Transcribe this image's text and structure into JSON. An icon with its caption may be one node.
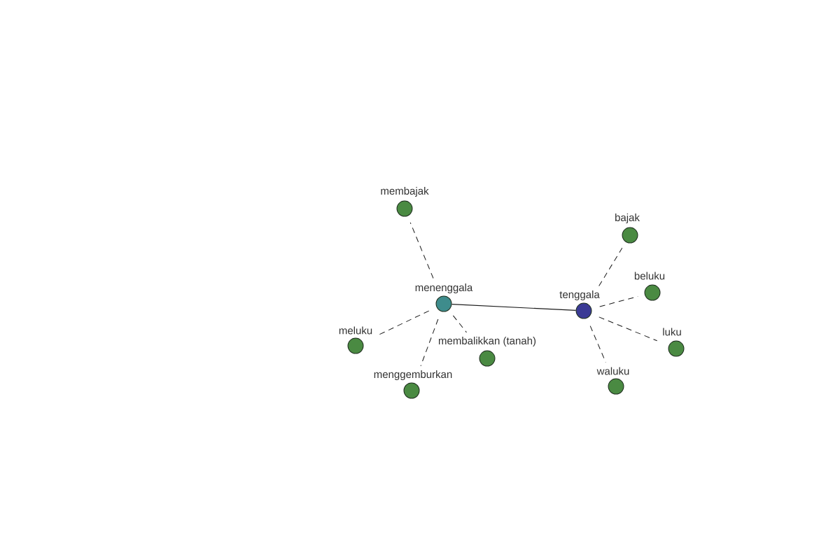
{
  "diagram": {
    "nodes": [
      {
        "text": [
          "menenggala"
        ]
      },
      {
        "text": [
          "membajak"
        ]
      },
      {
        "text": [
          "meluku"
        ]
      },
      {
        "text": [
          "menggemburkan"
        ]
      },
      {
        "text": [
          "membalikkan (tanah)"
        ]
      },
      {
        "text": [
          "tenggala"
        ]
      },
      {
        "text": [
          "bajak"
        ]
      },
      {
        "text": [
          "beluku"
        ]
      },
      {
        "text": [
          "luku"
        ]
      },
      {
        "text": [
          "waluku"
        ]
      }
    ],
    "edges": [
      {
        "from": 0,
        "to": 5,
        "arrow": "none"
      },
      {
        "from": 0,
        "to": 1,
        "arrow": "none",
        "style": "dashed"
      },
      {
        "from": 0,
        "to": 2,
        "arrow": "none",
        "style": "dashed"
      },
      {
        "from": 0,
        "to": 3,
        "arrow": "none",
        "style": "dashed"
      },
      {
        "from": 0,
        "to": 4,
        "arrow": "none",
        "style": "dashed"
      },
      {
        "from": 5,
        "to": 6,
        "arrow": "none",
        "style": "dashed"
      },
      {
        "from": 5,
        "to": 7,
        "arrow": "none",
        "style": "dashed"
      },
      {
        "from": 5,
        "to": 8,
        "arrow": "none",
        "style": "dashed"
      },
      {
        "from": 5,
        "to": 9,
        "arrow": "none",
        "style": "dashed"
      }
    ]
  }
}
